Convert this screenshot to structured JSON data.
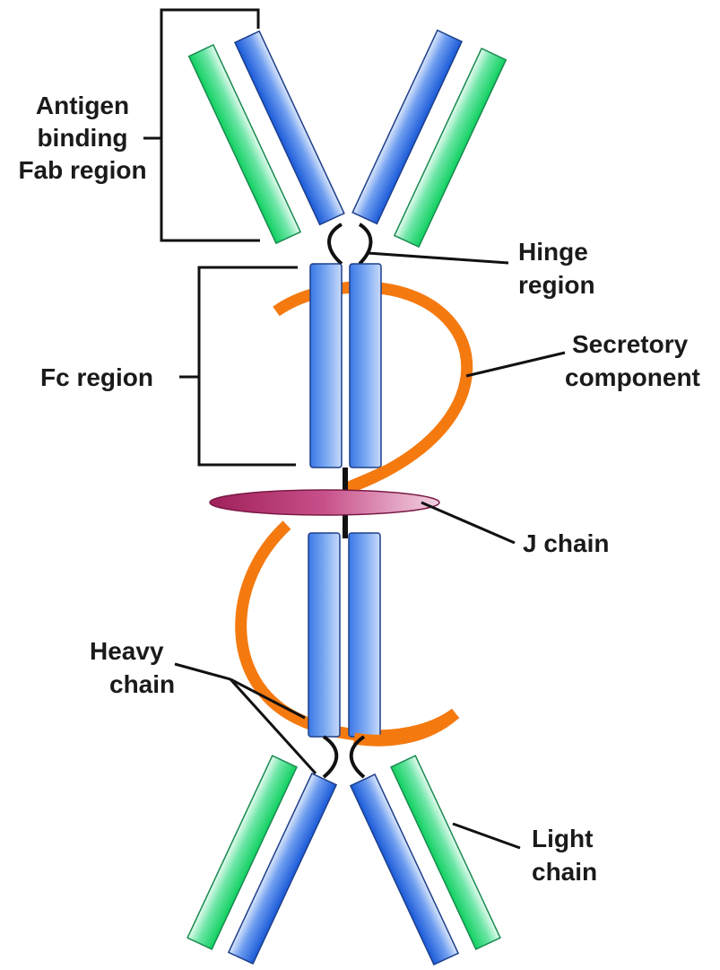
{
  "labels": {
    "fab_line1": "Antigen",
    "fab_line2": "binding",
    "fab_line3": "Fab region",
    "hinge_line1": "Hinge",
    "hinge_line2": "region",
    "secretory_line1": "Secretory",
    "secretory_line2": "component",
    "fc": "Fc region",
    "j_chain": "J chain",
    "heavy_line1": "Heavy",
    "heavy_line2": "chain",
    "light_line1": "Light",
    "light_line2": "chain"
  },
  "colors": {
    "heavy_chain": "#2f6fe0",
    "light_chain": "#22d67a",
    "secretory_component": "#f47a10",
    "j_chain": "#b0306a",
    "lines": "#111111"
  }
}
